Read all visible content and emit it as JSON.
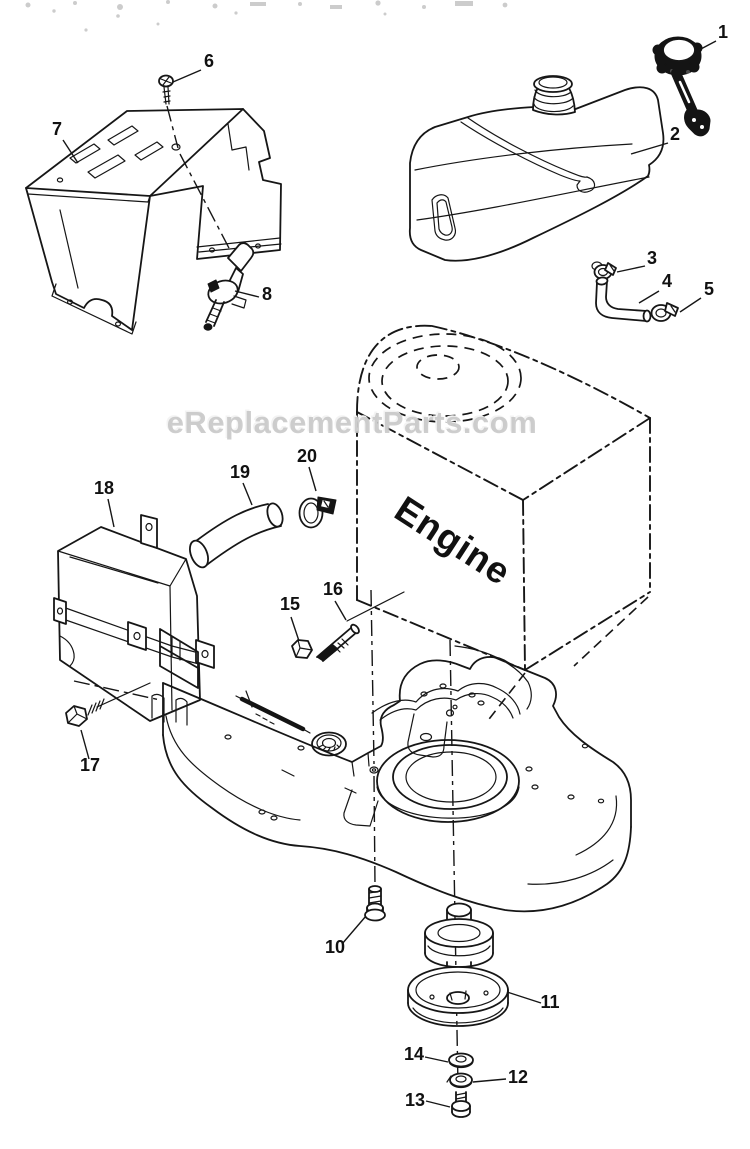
{
  "diagram": {
    "watermark": "eReplacementParts.com",
    "engine_label": "Engine",
    "part_labels": [
      "1",
      "2",
      "3",
      "4",
      "5",
      "6",
      "7",
      "8",
      "10",
      "11",
      "12",
      "13",
      "14",
      "15",
      "16",
      "17",
      "18",
      "19",
      "20"
    ]
  }
}
